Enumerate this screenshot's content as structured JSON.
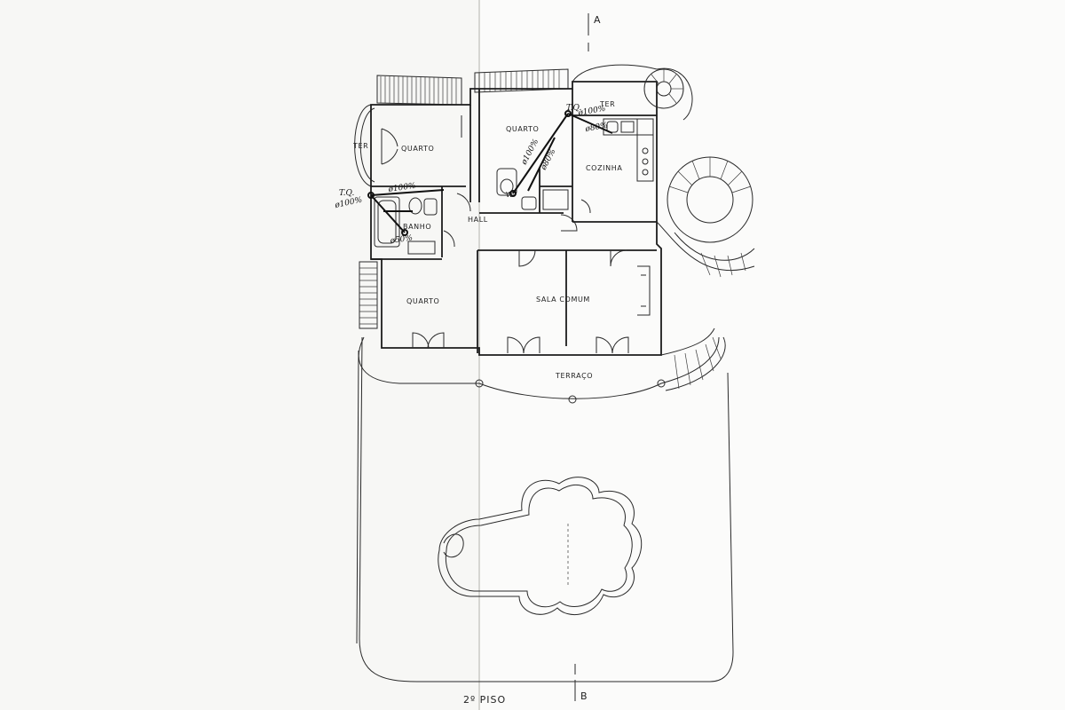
{
  "section_marks": {
    "top": "A",
    "bottom": "B"
  },
  "rooms": {
    "ter_left": "TER",
    "quarto_1": "QUARTO",
    "quarto_2": "QUARTO",
    "ter_top": "TER",
    "cozinha": "COZINHA",
    "hall": "HALL",
    "banho": "BANHO",
    "quarto_3": "QUARTO",
    "sala_comum": "SALA COMUM",
    "terraco": "TERRAÇO",
    "wc": "W"
  },
  "annotations": {
    "tq_left": "T.Q.",
    "tq_left_dia": "ø100%",
    "pipe_100_a": "ø100%",
    "pipe_50": "ø50%",
    "tq_right": "T.Q.",
    "pipe_100_b": "ø100%",
    "pipe_80_a": "ø80%",
    "pipe_100_c": "ø100%",
    "pipe_80_b": "ø80%"
  },
  "floor_label": "2º PISO"
}
